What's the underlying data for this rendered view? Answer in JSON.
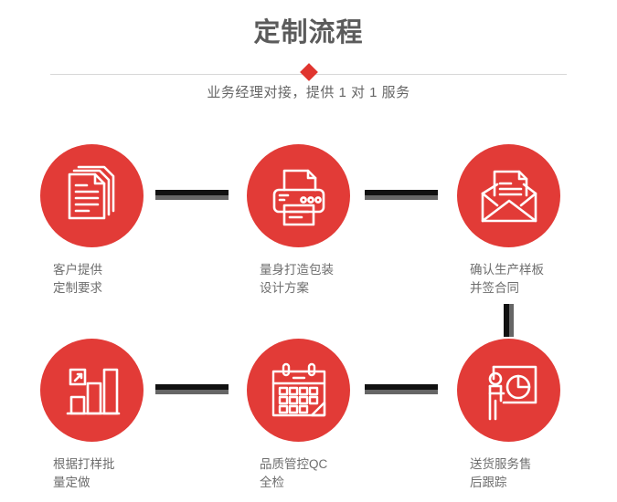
{
  "header": {
    "title": "定制流程",
    "subtitle": "业务经理对接，提供 1 对 1 服务",
    "divider_icon": "diamond-icon",
    "title_color": "#5b5b5b",
    "accent_color": "#e0352f"
  },
  "theme": {
    "circle_color": "#e23b37",
    "label_color": "#6e6e6e",
    "connector_dark": "#111111",
    "connector_gray": "#666666"
  },
  "flow": {
    "steps": [
      {
        "index": 1,
        "icon": "documents-stack-icon",
        "label": "客户提供\n定制要求"
      },
      {
        "index": 2,
        "icon": "printer-icon",
        "label": "量身打造包装\n设计方案"
      },
      {
        "index": 3,
        "icon": "envelope-letter-icon",
        "label": "确认生产样板\n并签合同"
      },
      {
        "index": 4,
        "icon": "bar-chart-growth-icon",
        "label": "根据打样批\n量定做"
      },
      {
        "index": 5,
        "icon": "calendar-check-icon",
        "label": "品质管控QC\n全检"
      },
      {
        "index": 6,
        "icon": "presentation-pie-chart-icon",
        "label": "送货服务售\n后跟踪"
      }
    ]
  }
}
